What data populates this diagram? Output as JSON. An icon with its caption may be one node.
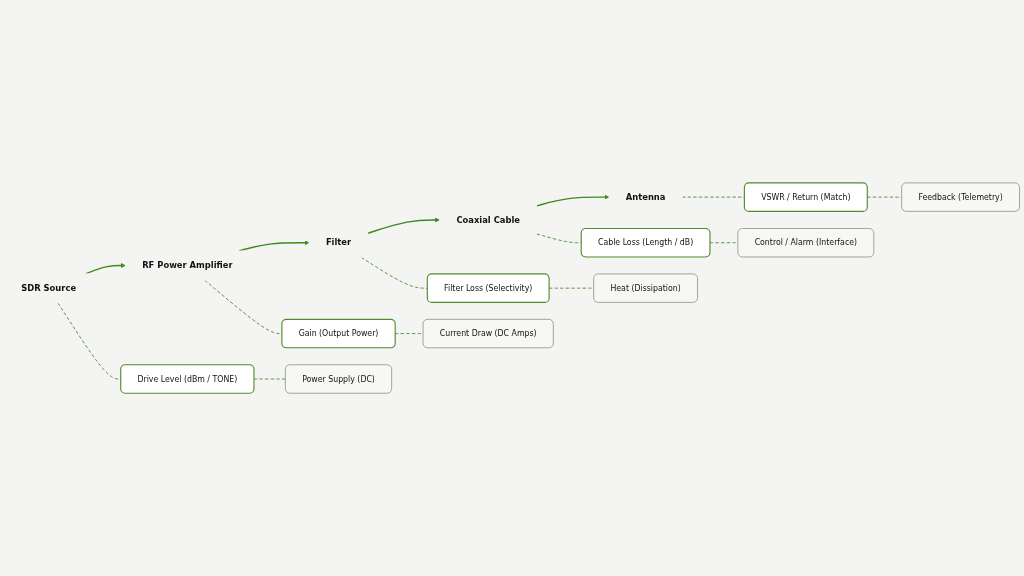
{
  "diagram": {
    "nodes": [
      {
        "text": [
          "SDR Source"
        ]
      },
      {
        "text": [
          "RF Power Amplifier"
        ]
      },
      {
        "text": [
          "Filter"
        ]
      },
      {
        "text": [
          "Coaxial Cable"
        ]
      },
      {
        "text": [
          "Antenna"
        ]
      },
      {
        "text": [
          "Drive Level (dBm / TONE)"
        ]
      },
      {
        "text": [
          "Gain (Output Power)"
        ]
      },
      {
        "text": [
          "Filter Loss (Selectivity)"
        ]
      },
      {
        "text": [
          "Cable Loss (Length / dB)"
        ]
      },
      {
        "text": [
          "VSWR / Return (Match)"
        ]
      },
      {
        "text": [
          "Power Supply (DC)"
        ]
      },
      {
        "text": [
          "Current Draw (DC Amps)"
        ]
      },
      {
        "text": [
          "Heat (Dissipation)"
        ]
      },
      {
        "text": [
          "Control / Alarm (Interface)"
        ]
      },
      {
        "text": [
          "Feedback (Telemetry)"
        ]
      }
    ],
    "edges": [
      {
        "from": 0,
        "to": 1,
        "arrow": "to"
      },
      {
        "from": 1,
        "to": 2,
        "arrow": "to"
      },
      {
        "from": 2,
        "to": 3,
        "arrow": "to"
      },
      {
        "from": 3,
        "to": 4,
        "arrow": "to"
      },
      {
        "from": 0,
        "to": 5,
        "arrow": "none",
        "style": "dashed"
      },
      {
        "from": 1,
        "to": 6,
        "arrow": "none",
        "style": "dashed"
      },
      {
        "from": 2,
        "to": 7,
        "arrow": "none",
        "style": "dashed"
      },
      {
        "from": 3,
        "to": 8,
        "arrow": "none",
        "style": "dashed"
      },
      {
        "from": 4,
        "to": 9,
        "arrow": "none",
        "style": "dashed"
      },
      {
        "from": 5,
        "to": 10,
        "arrow": "none",
        "style": "dashed"
      },
      {
        "from": 6,
        "to": 11,
        "arrow": "none",
        "style": "dashed"
      },
      {
        "from": 7,
        "to": 12,
        "arrow": "none",
        "style": "dashed"
      },
      {
        "from": 8,
        "to": 13,
        "arrow": "none",
        "style": "dashed"
      },
      {
        "from": 9,
        "to": 14,
        "arrow": "none",
        "style": "dashed"
      }
    ]
  }
}
